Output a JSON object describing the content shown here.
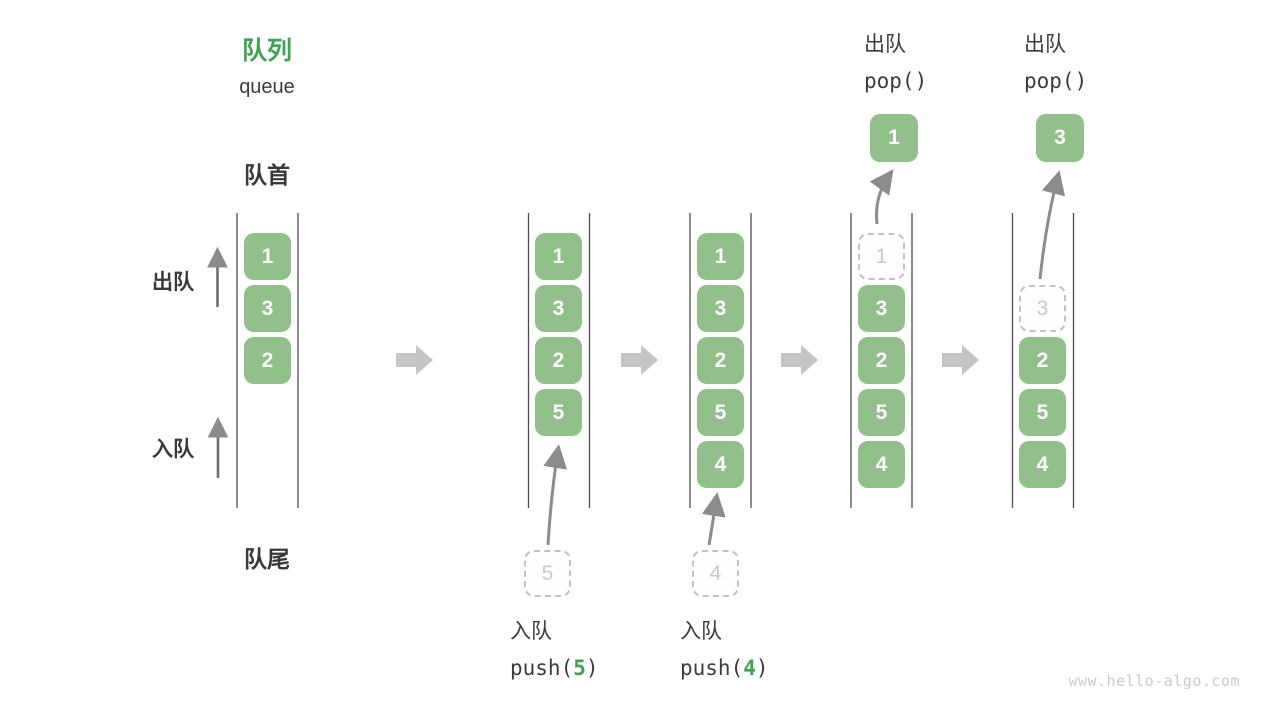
{
  "title": {
    "zh": "队列",
    "en": "queue"
  },
  "labels": {
    "front": "队首",
    "rear": "队尾",
    "dequeue_side": "出队",
    "enqueue_side": "入队"
  },
  "colors": {
    "box_green": "#91c08a",
    "accent_green": "#3fa353",
    "text_dark": "#3c3c3c",
    "arrow_gray": "#8c8c8c",
    "block_arrow_gray": "#c5c5c5",
    "ghost_gray": "#c9c9c9"
  },
  "columns": [
    {
      "name": "state-initial",
      "boxes": [
        {
          "value": "1"
        },
        {
          "value": "3"
        },
        {
          "value": "2"
        }
      ]
    },
    {
      "name": "state-after-push-5",
      "boxes": [
        {
          "value": "1"
        },
        {
          "value": "3"
        },
        {
          "value": "2"
        },
        {
          "value": "5"
        }
      ],
      "pending": {
        "value": "5"
      },
      "op": {
        "label": "入队",
        "fn": "push(",
        "arg": "5",
        "close": ")"
      }
    },
    {
      "name": "state-after-push-4",
      "boxes": [
        {
          "value": "1"
        },
        {
          "value": "3"
        },
        {
          "value": "2"
        },
        {
          "value": "5"
        },
        {
          "value": "4"
        }
      ],
      "pending": {
        "value": "4"
      },
      "op": {
        "label": "入队",
        "fn": "push(",
        "arg": "4",
        "close": ")"
      }
    },
    {
      "name": "state-after-pop-1",
      "ghost": {
        "value": "1"
      },
      "boxes": [
        {
          "value": "3"
        },
        {
          "value": "2"
        },
        {
          "value": "5"
        },
        {
          "value": "4"
        }
      ],
      "popped": {
        "value": "1"
      },
      "op": {
        "label": "出队",
        "fn": "pop()"
      }
    },
    {
      "name": "state-after-pop-3",
      "ghost": {
        "value": "3"
      },
      "boxes": [
        {
          "value": "2"
        },
        {
          "value": "5"
        },
        {
          "value": "4"
        }
      ],
      "popped": {
        "value": "3"
      },
      "op": {
        "label": "出队",
        "fn": "pop()"
      }
    }
  ],
  "watermark": "www.hello-algo.com"
}
